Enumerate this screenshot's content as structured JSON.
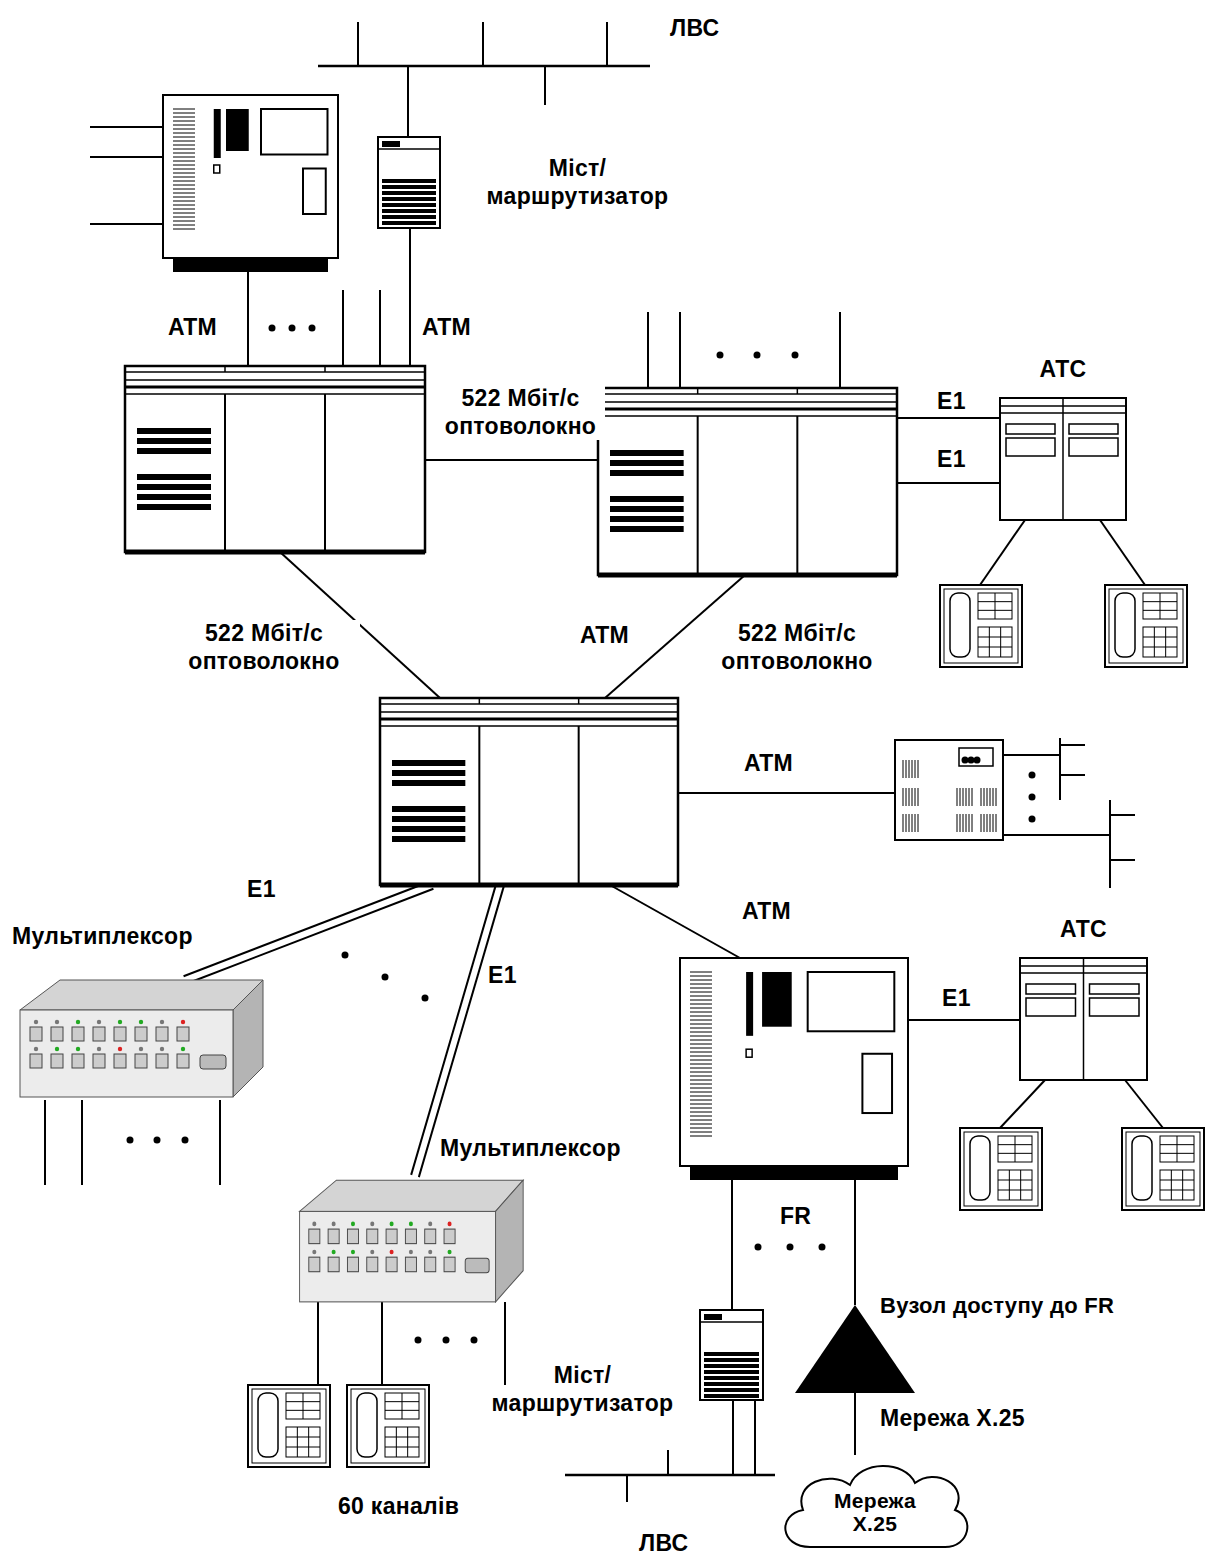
{
  "diagram": {
    "nodes": [
      {
        "text": [
          "Міст/ маршрутизатор"
        ]
      },
      {
        "text": [
          "АТС"
        ]
      },
      {
        "text": [
          "Мультиплексор"
        ]
      },
      {
        "text": [
          "Мультиплексор"
        ]
      },
      {
        "text": [
          "АТС"
        ]
      },
      {
        "text": [
          "Міст/ маршрутизатор"
        ]
      },
      {
        "text": [
          "Вузол доступу до FR"
        ]
      },
      {
        "text": [
          "Мережа X.25"
        ]
      }
    ],
    "edges": [
      {
        "from": 6,
        "to": 7,
        "arrow": "none",
        "label": "Мережа X.25"
      }
    ],
    "labels": [
      "ЛВС",
      "ATM",
      "ATM",
      "522 Мбіт/с оптоволокно",
      "E1",
      "E1",
      "522 Мбіт/с оптоволокно",
      "ATM",
      "522 Мбіт/с оптоволокно",
      "ATM",
      "E1",
      "E1",
      "ATM",
      "E1",
      "FR",
      "60 каналів",
      "ЛВС"
    ]
  }
}
